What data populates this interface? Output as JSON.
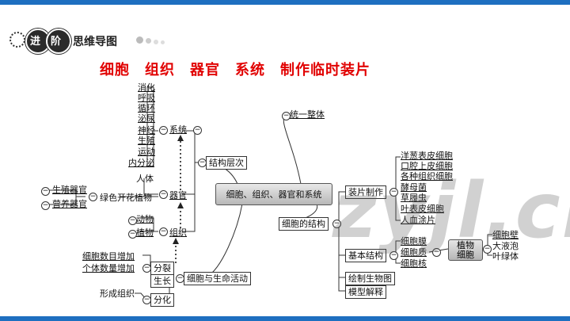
{
  "header": {
    "badge1": "进",
    "badge2": "阶",
    "label": "思维导图"
  },
  "title": "细胞　组织　器官　系统　制作临时装片",
  "center": "细胞、组织、器官和系统",
  "left": {
    "systems_list": [
      "消化",
      "呼吸",
      "循环",
      "泌尿",
      "神经",
      "生殖",
      "运动",
      "内分泌"
    ],
    "system": "系统",
    "human": "人体",
    "organ": "器官",
    "plant_organs": [
      "生殖器官",
      "营养器官"
    ],
    "green_plant": "绿色开花植物",
    "animal": "动物",
    "plant": "植物",
    "tissue": "组织",
    "structure_level": "结构层次",
    "cell_count": "细胞数目增加",
    "volume": "个体数量增加",
    "division": "分裂",
    "growth": "生长",
    "form_tissue": "形成组织",
    "differentiation": "分化",
    "cell_life": "细胞与生命活动"
  },
  "right": {
    "unity": "统一整体",
    "making_slides": "装片制作",
    "slides": [
      "洋葱表皮细胞",
      "口腔上皮细胞",
      "各种组织细胞",
      "酵母菌",
      "草履虫",
      "叶表皮细胞",
      "人血涂片"
    ],
    "cell_structure": "细胞的结构",
    "basic_structure": "基本结构",
    "basic_parts": [
      "细胞膜",
      "细胞质",
      "细胞核"
    ],
    "plant_cell": [
      "植物",
      "细胞"
    ],
    "plant_extras": [
      "细胞壁",
      "大液泡",
      "叶绿体"
    ],
    "draw": "绘制生物图",
    "model": "模型解释"
  },
  "watermark": "zyjl.cn"
}
